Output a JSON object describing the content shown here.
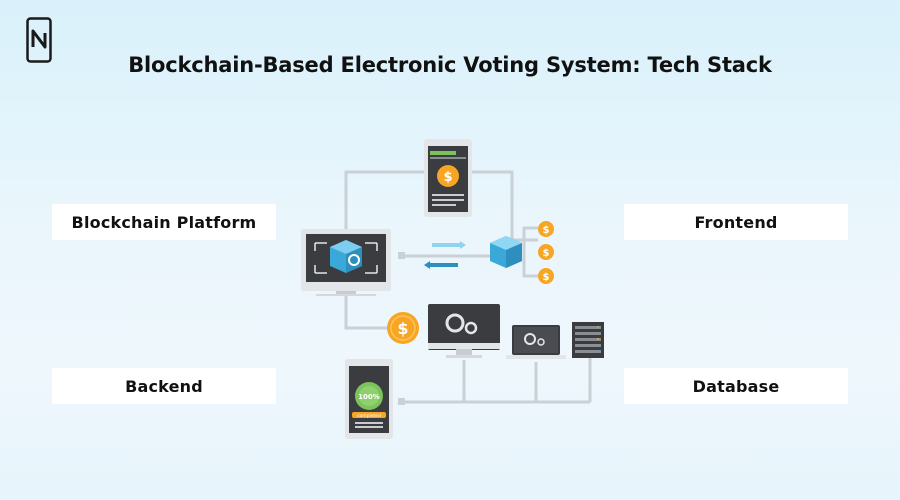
{
  "title": "Blockchain-Based Electronic Voting System: Tech Stack",
  "labels": {
    "blockchain_platform": "Blockchain Platform",
    "frontend": "Frontend",
    "backend": "Backend",
    "database": "Database"
  },
  "illustration": {
    "coin_symbol": "$",
    "progress_text": "100%",
    "completed_text": "completed"
  },
  "colors": {
    "device_dark": "#3a3c40",
    "device_frame": "#e3e6e9",
    "coin": "#f6a623",
    "accent_green": "#7cc35c",
    "accent_blue": "#3aa8d8",
    "connector": "#c9d0d6"
  }
}
